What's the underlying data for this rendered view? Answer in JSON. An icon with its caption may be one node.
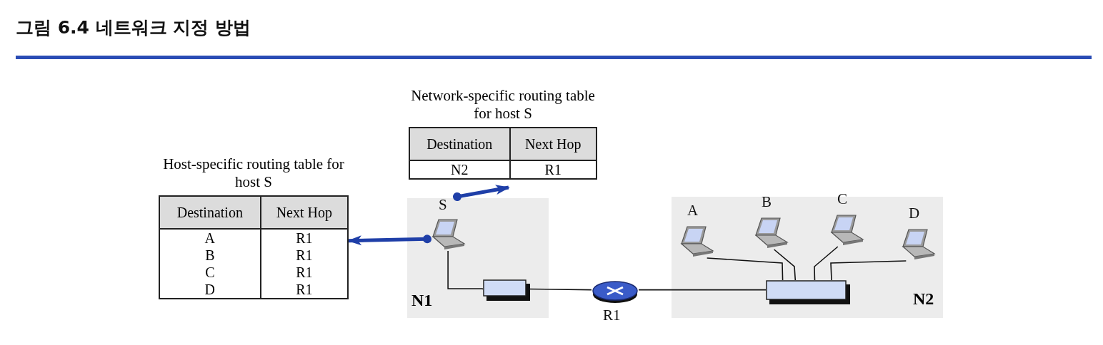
{
  "diagram": {
    "title": "그림 6.4 네트워크 지정 방법",
    "nodes": [
      {
        "text": [
          "N1"
        ]
      },
      {
        "text": [
          "S"
        ],
        "in": 0
      },
      {
        "text": [],
        "shape": "box",
        "in": 0
      },
      {
        "text": [
          "R1"
        ]
      },
      {
        "text": [
          "N2"
        ]
      },
      {
        "text": [
          "A"
        ],
        "in": 4
      },
      {
        "text": [
          "B"
        ],
        "in": 4
      },
      {
        "text": [
          "C"
        ],
        "in": 4
      },
      {
        "text": [
          "D"
        ],
        "in": 4
      },
      {
        "text": [],
        "shape": "box",
        "in": 4
      },
      {
        "text": [
          "Host-specific routing table for host S",
          "Destination",
          "Next Hop",
          "A",
          "R1",
          "B",
          "R1",
          "C",
          "R1",
          "D",
          "R1"
        ]
      },
      {
        "text": [
          "Network-specific routing table for host S",
          "Destination",
          "Next Hop",
          "N2",
          "R1"
        ]
      }
    ],
    "edges": [
      {
        "from": 1,
        "to": 2,
        "arrow": "none"
      },
      {
        "from": 2,
        "to": 3,
        "arrow": "none"
      },
      {
        "from": 3,
        "to": 9,
        "arrow": "none"
      },
      {
        "from": 5,
        "to": 9,
        "arrow": "none"
      },
      {
        "from": 6,
        "to": 9,
        "arrow": "none"
      },
      {
        "from": 7,
        "to": 9,
        "arrow": "none"
      },
      {
        "from": 8,
        "to": 9,
        "arrow": "none"
      },
      {
        "from": 1,
        "to": 10,
        "arrow": "to",
        "style": "thick",
        "color": "#1f3fa8"
      },
      {
        "from": 1,
        "to": 11,
        "arrow": "to",
        "style": "thick",
        "color": "#1f3fa8"
      }
    ]
  }
}
